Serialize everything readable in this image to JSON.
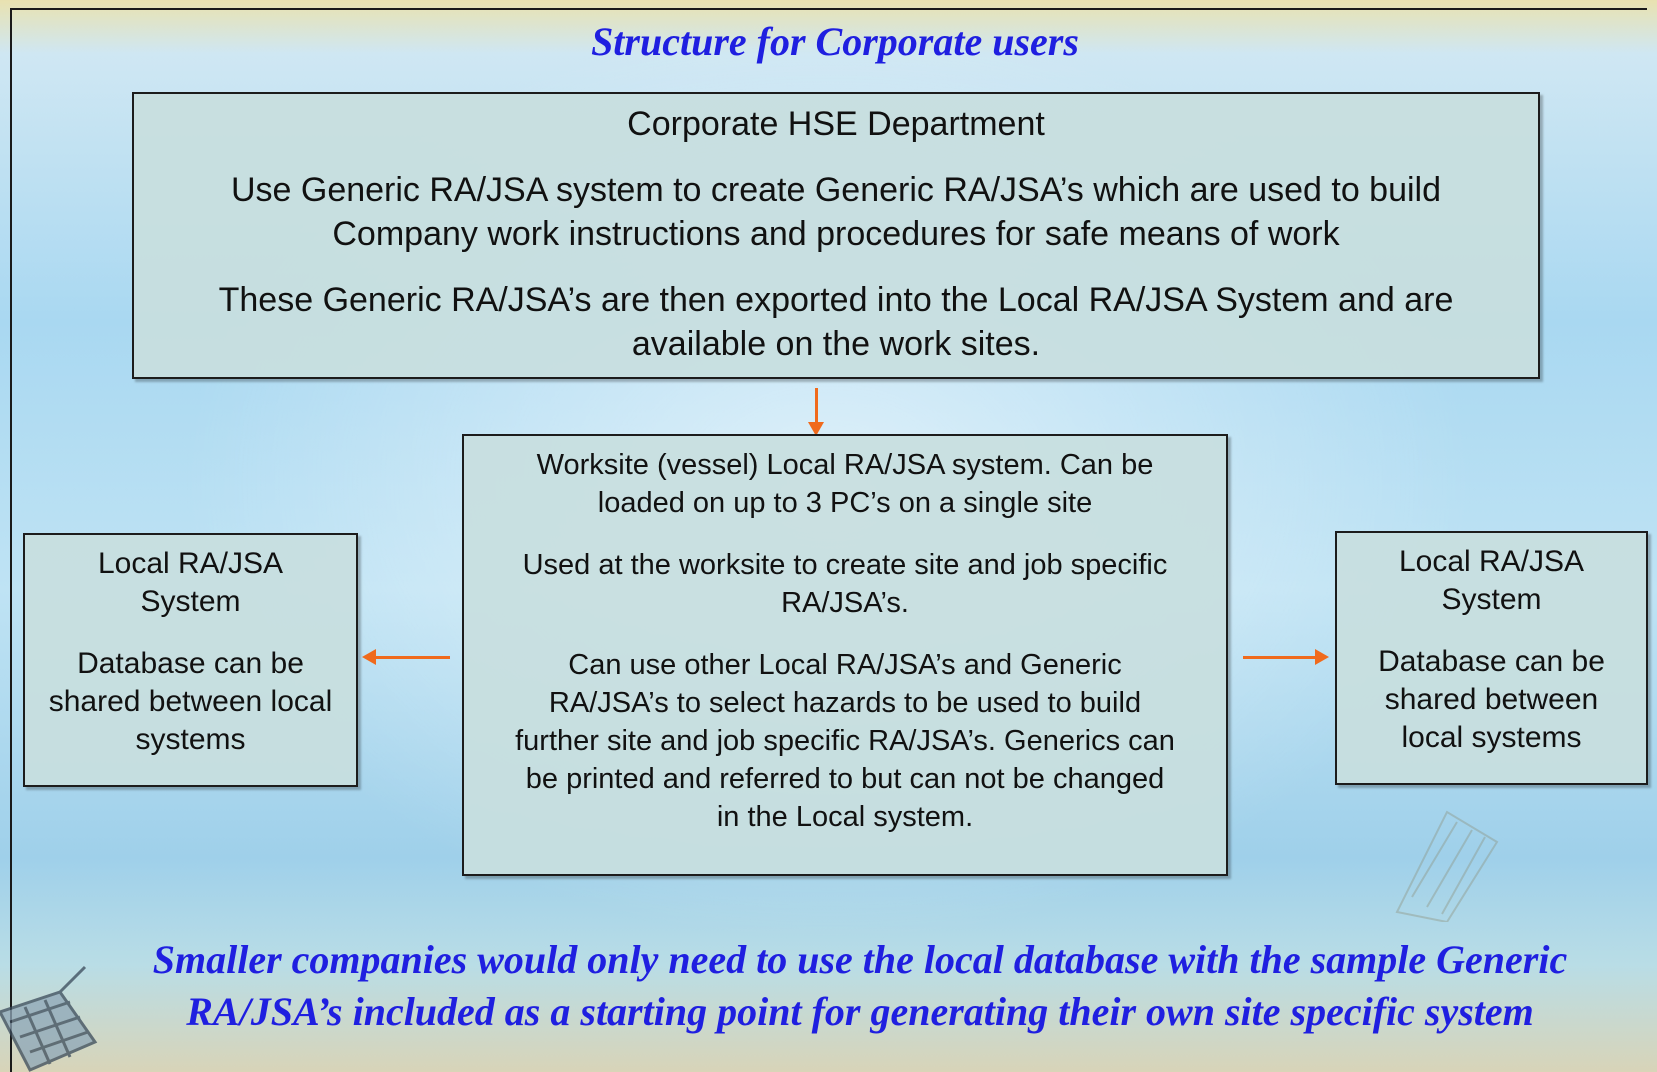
{
  "title": "Structure for Corporate users",
  "corporate_box": {
    "heading": "Corporate HSE Department",
    "para1_line1": "Use Generic RA/JSA system to create Generic RA/JSA’s which are used to build",
    "para1_line2": "Company work instructions and procedures for safe means of work",
    "para2_line1": "These Generic RA/JSA’s are then exported into the Local RA/JSA System and are",
    "para2_line2": "available on the work sites."
  },
  "worksite_box": {
    "para1_line1": "Worksite (vessel) Local RA/JSA system.  Can be",
    "para1_line2": "loaded on up to 3 PC’s on a single site",
    "para2_line1": "Used at the worksite to create site and job specific",
    "para2_line2": "RA/JSA’s.",
    "para3_line1": "Can use other Local RA/JSA’s and Generic",
    "para3_line2": "RA/JSA’s to select hazards to be used to build",
    "para3_line3": "further site and job specific RA/JSA’s.  Generics can",
    "para3_line4": "be printed and referred to  but can not  be changed",
    "para3_line5": "in the Local system."
  },
  "local_box_left": {
    "heading_line1": "Local RA/JSA",
    "heading_line2": "System",
    "body_line1": "Database can be",
    "body_line2": "shared between local",
    "body_line3": "systems"
  },
  "local_box_right": {
    "heading_line1": "Local RA/JSA",
    "heading_line2": "System",
    "body_line1": "Database can be",
    "body_line2": "shared between",
    "body_line3": "local systems"
  },
  "footer": {
    "line1": "Smaller companies would only need to use the local database with the sample Generic",
    "line2": "RA/JSA’s included as a starting point for generating their own site specific system"
  },
  "colors": {
    "title_text": "#1f1fe0",
    "arrow": "#f06a1c",
    "box_fill": "#c8dede",
    "box_border": "#1c1c1c"
  },
  "icons": {
    "bottom_left": "satellite-decoration-icon",
    "bottom_right": "satellite-panel-decoration-icon"
  }
}
